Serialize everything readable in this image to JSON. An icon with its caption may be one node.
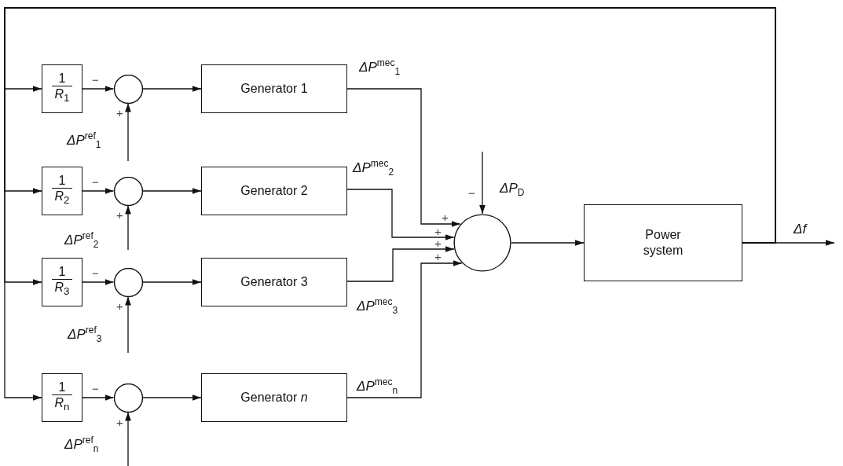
{
  "diagram": {
    "nodes": [
      {
        "text": [
          "1",
          "*R*$_{1}$"
        ]
      },
      {
        "text": [
          "1",
          "*R*$_{2}$"
        ]
      },
      {
        "text": [
          "1",
          "*R*$_{3}$"
        ]
      },
      {
        "text": [
          "1",
          "*R*$_{n}$"
        ]
      },
      {
        "text": [],
        "shape": "circle"
      },
      {
        "text": [],
        "shape": "circle"
      },
      {
        "text": [],
        "shape": "circle"
      },
      {
        "text": [],
        "shape": "circle"
      },
      {
        "text": [
          "Generator 1"
        ]
      },
      {
        "text": [
          "Generator 2"
        ]
      },
      {
        "text": [
          "Generator 3"
        ]
      },
      {
        "text": [
          "Generator *n*"
        ]
      },
      {
        "text": [],
        "shape": "circle"
      },
      {
        "text": [
          "Power system"
        ]
      }
    ],
    "edges": [
      {
        "from": 13,
        "to": null,
        "arrow": "to",
        "label": "*Δf*"
      },
      {
        "from": 13,
        "to": 0,
        "arrow": "to"
      },
      {
        "from": 13,
        "to": 1,
        "arrow": "to"
      },
      {
        "from": 13,
        "to": 2,
        "arrow": "to"
      },
      {
        "from": 13,
        "to": 3,
        "arrow": "to"
      },
      {
        "from": 0,
        "to": 4,
        "arrow": "to"
      },
      {
        "from": null,
        "to": 4,
        "arrow": "to",
        "label": "*ΔP*$^{ref}$$_{1}$"
      },
      {
        "from": 4,
        "to": 8,
        "arrow": "to"
      },
      {
        "from": 8,
        "to": 12,
        "arrow": "to",
        "label": "*ΔP*$^{mec}$$_{1}$"
      },
      {
        "from": 1,
        "to": 5,
        "arrow": "to"
      },
      {
        "from": null,
        "to": 5,
        "arrow": "to",
        "label": "*ΔP*$^{ref}$$_{2}$"
      },
      {
        "from": 5,
        "to": 9,
        "arrow": "to"
      },
      {
        "from": 9,
        "to": 12,
        "arrow": "to",
        "label": "*ΔP*$^{mec}$$_{2}$"
      },
      {
        "from": 2,
        "to": 6,
        "arrow": "to"
      },
      {
        "from": null,
        "to": 6,
        "arrow": "to",
        "label": "*ΔP*$^{ref}$$_{3}$"
      },
      {
        "from": 6,
        "to": 10,
        "arrow": "to"
      },
      {
        "from": 10,
        "to": 12,
        "arrow": "to",
        "label": "*ΔP*$^{mec}$$_{3}$"
      },
      {
        "from": 3,
        "to": 7,
        "arrow": "to"
      },
      {
        "from": null,
        "to": 7,
        "arrow": "to",
        "label": "*ΔP*$^{ref}$$_{n}$"
      },
      {
        "from": 7,
        "to": 11,
        "arrow": "to"
      },
      {
        "from": 11,
        "to": 12,
        "arrow": "to",
        "label": "*ΔP*$^{mec}$$_{n}$"
      },
      {
        "from": null,
        "to": 12,
        "arrow": "to",
        "label": "*ΔP*$_{D}$"
      },
      {
        "from": 12,
        "to": 13,
        "arrow": "to"
      }
    ],
    "labels": [
      "−",
      "+",
      "−",
      "−",
      "+",
      "+",
      "+",
      "+",
      "+",
      "−",
      "+",
      "−",
      "+"
    ]
  }
}
